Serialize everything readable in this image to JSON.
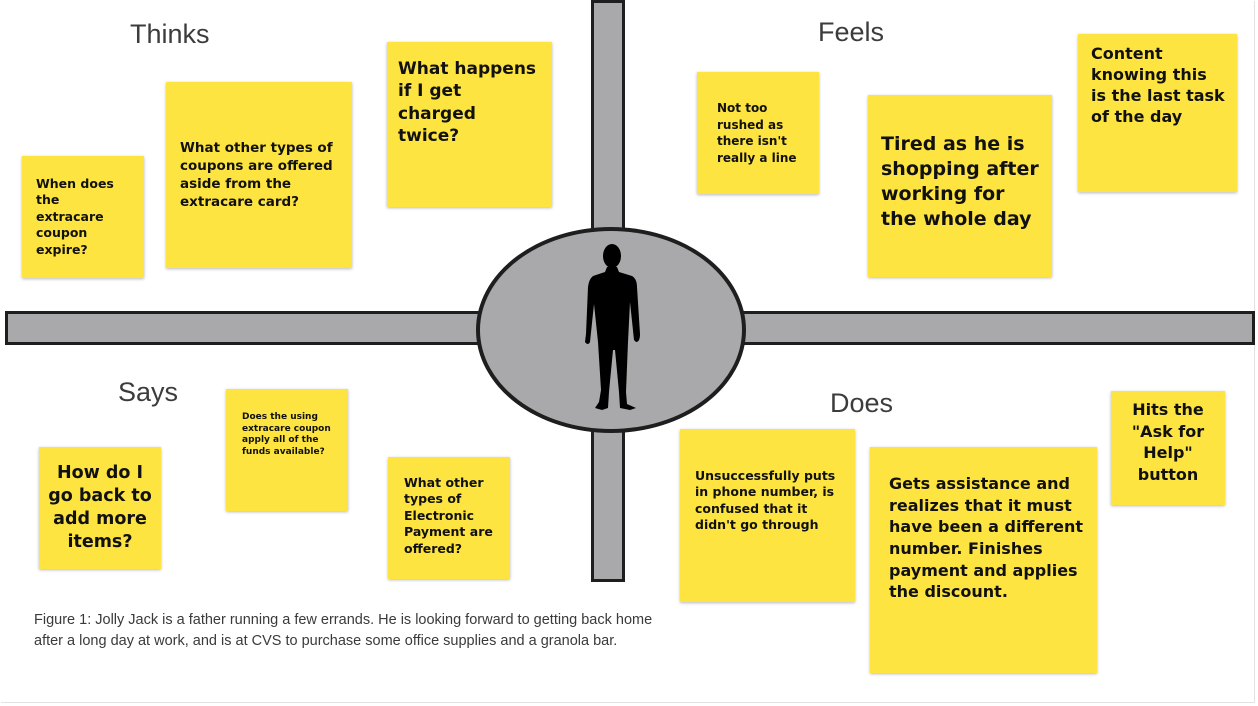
{
  "labels": {
    "thinks": "Thinks",
    "feels": "Feels",
    "says": "Says",
    "does": "Does"
  },
  "notes": {
    "thinks": [
      "When does the extracare coupon expire?",
      "What other types of coupons are offered aside from the extracare card?",
      "What happens if I get charged twice?"
    ],
    "feels": [
      "Not too rushed as there isn't really a line",
      "Tired as he is shopping after working for the whole day",
      "Content knowing this is the last task of the day"
    ],
    "says": [
      "How do I go back to add more items?",
      "Does the using extracare coupon apply all of the funds available?",
      "What other types of Electronic Payment are offered?"
    ],
    "does": [
      "Unsuccessfully puts in phone number, is confused that it didn't go through",
      "Gets assistance and realizes that it must have been a different number. Finishes payment and applies the discount.",
      "Hits the \"Ask for Help\" button"
    ]
  },
  "caption": "Figure 1: Jolly Jack is a father running a few errands. He is looking forward to getting back home after a long day at work, and is at CVS to purchase some office supplies and a granola bar.",
  "icons": {
    "center": "person-silhouette-icon"
  },
  "colors": {
    "sticky_note": "#fde440",
    "axis_fill": "#a9a9ab",
    "axis_stroke": "#1e1e1e"
  }
}
